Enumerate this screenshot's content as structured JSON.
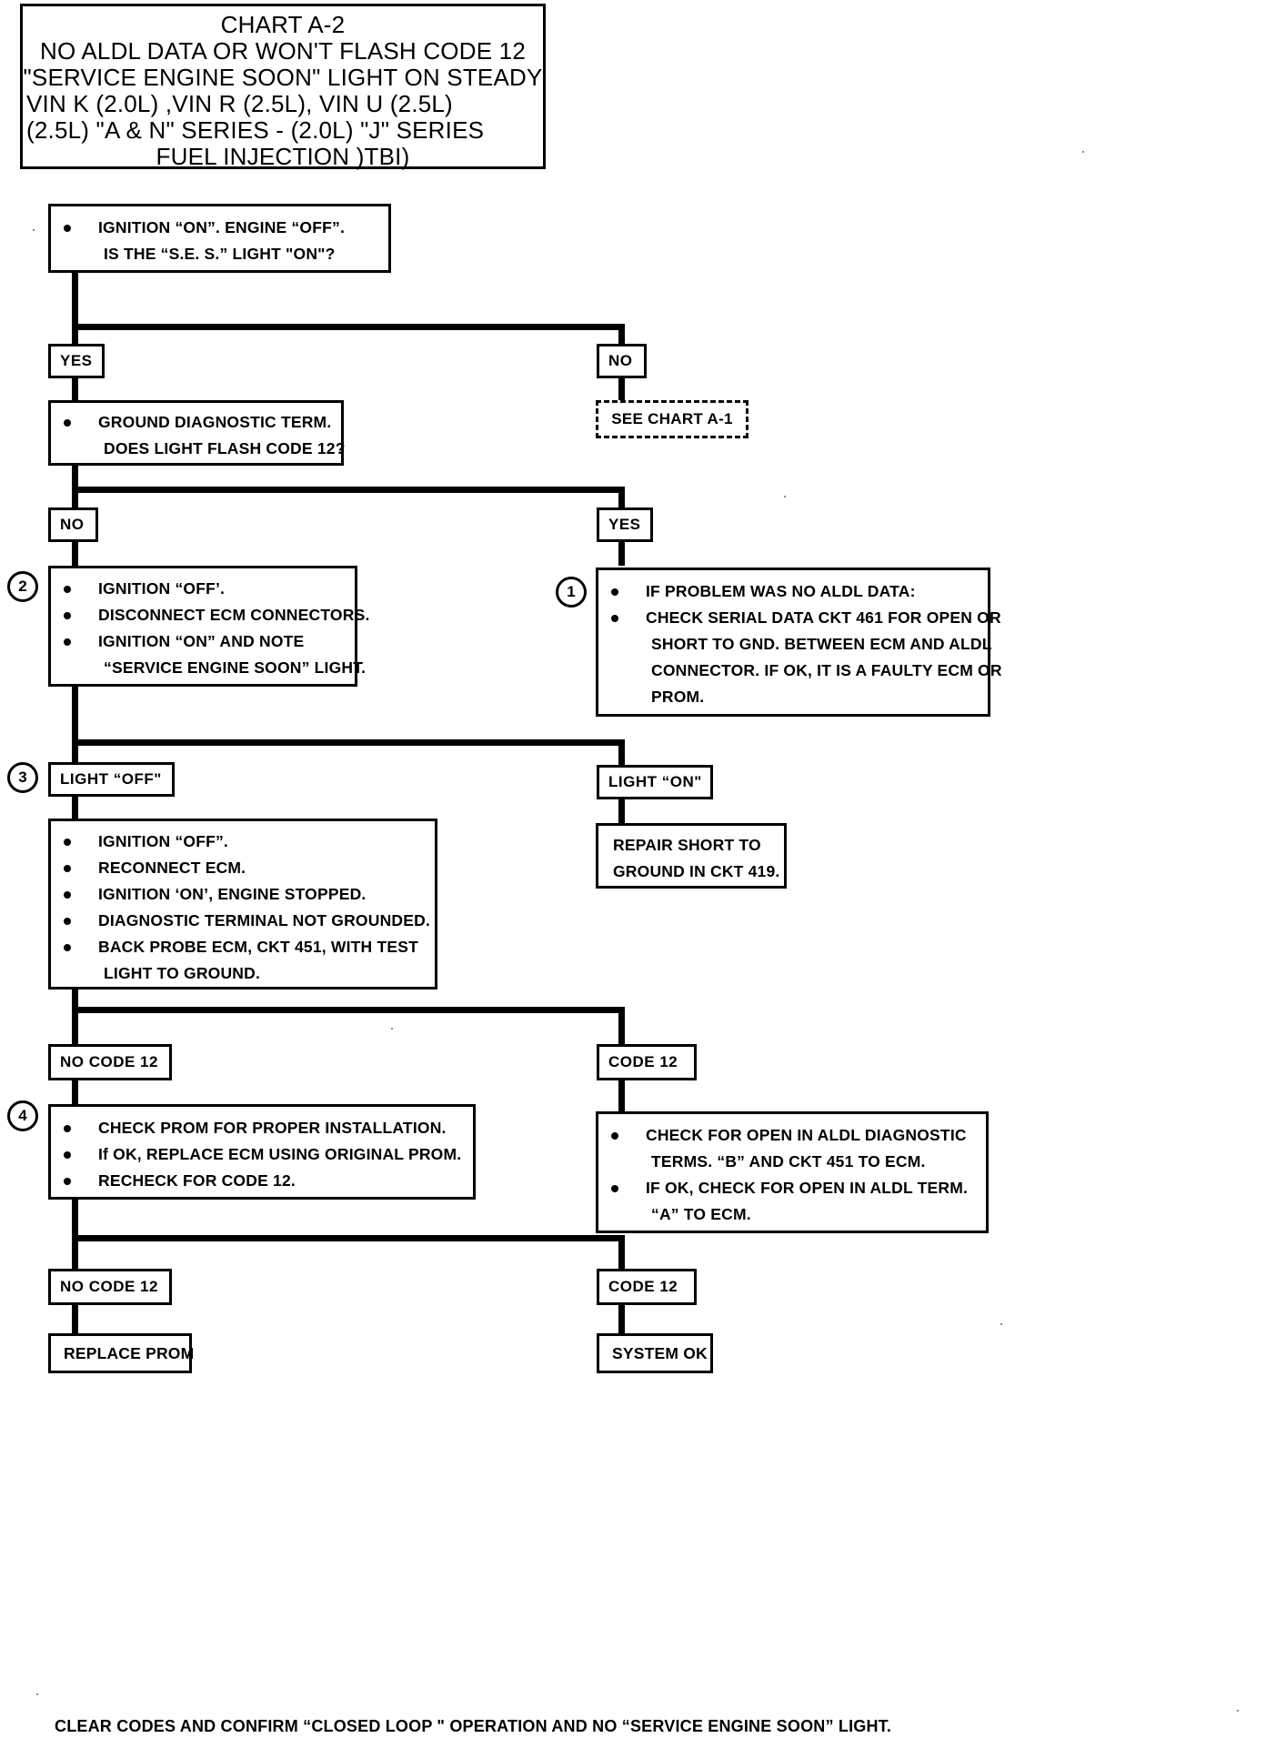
{
  "header": {
    "lines": [
      "CHART A-2",
      "NO ALDL DATA OR WON'T FLASH CODE 12",
      "\"SERVICE ENGINE SOON\" LIGHT ON STEADY",
      "VIN K (2.0L) ,VIN R (2.5L), VIN U (2.5L)",
      "(2.5L) \"A & N\" SERIES - (2.0L) \"J\" SERIES",
      "FUEL INJECTION )TBI)"
    ]
  },
  "steps": {
    "s1": {
      "lines": [
        "IGNITION “ON”. ENGINE “OFF”.",
        "IS THE “S.E. S.” LIGHT \"ON\"?"
      ]
    },
    "s2": {
      "lines": [
        "GROUND DIAGNOSTIC TERM.",
        "DOES LIGHT FLASH CODE 12?"
      ]
    },
    "s3": {
      "number": "2",
      "lines": [
        "IGNITION “OFF’.",
        "DISCONNECT ECM CONNECTORS.",
        "IGNITION “ON” AND NOTE",
        "“SERVICE ENGINE SOON” LIGHT."
      ]
    },
    "s4": {
      "number": "1",
      "lines": [
        "IF PROBLEM WAS NO ALDL DATA:",
        "CHECK SERIAL DATA CKT 461 FOR OPEN OR",
        "SHORT TO GND. BETWEEN ECM AND ALDL",
        "CONNECTOR. IF OK, IT IS A FAULTY ECM OR",
        "PROM."
      ]
    },
    "s5": {
      "lines": [
        "IGNITION “OFF”.",
        "RECONNECT ECM.",
        "IGNITION ‘ON’, ENGINE STOPPED.",
        "DIAGNOSTIC TERMINAL NOT GROUNDED.",
        "BACK PROBE  ECM, CKT 451, WITH TEST",
        "LIGHT TO GROUND."
      ]
    },
    "s6": {
      "lines": [
        "REPAIR SHORT TO",
        "GROUND IN CKT 419."
      ]
    },
    "s7": {
      "number": "4",
      "lines": [
        "CHECK PROM FOR PROPER INSTALLATION.",
        "If OK, REPLACE ECM USING ORIGINAL PROM.",
        "RECHECK FOR CODE 12."
      ]
    },
    "s8": {
      "lines": [
        "CHECK FOR OPEN IN ALDL DIAGNOSTIC",
        "TERMS. “B” AND CKT 451 TO ECM.",
        "IF OK, CHECK FOR OPEN IN ALDL TERM.",
        "“A” TO ECM."
      ]
    },
    "s9": {
      "lines": [
        "REPLACE PROM"
      ]
    },
    "s10": {
      "lines": [
        "SYSTEM OK"
      ]
    }
  },
  "tags": {
    "yes1": "YES",
    "no1": "NO",
    "see_chart": "SEE  CHART A-1",
    "no2": "NO",
    "yes2": "YES",
    "light_off": "LIGHT “OFF\"",
    "light_on": "LIGHT “ON\"",
    "light_off_number": "3",
    "no_code12_a": "NO CODE 12",
    "code12_a": "CODE 12",
    "no_code12_b": "NO CODE 12",
    "code12_b": "CODE 12"
  },
  "footer": {
    "text": "CLEAR CODES AND CONFIRM “CLOSED LOOP \" OPERATION AND NO “SERVICE ENGINE SOON” LIGHT."
  },
  "colors": {
    "ink": "#000000",
    "paper": "#ffffff"
  }
}
